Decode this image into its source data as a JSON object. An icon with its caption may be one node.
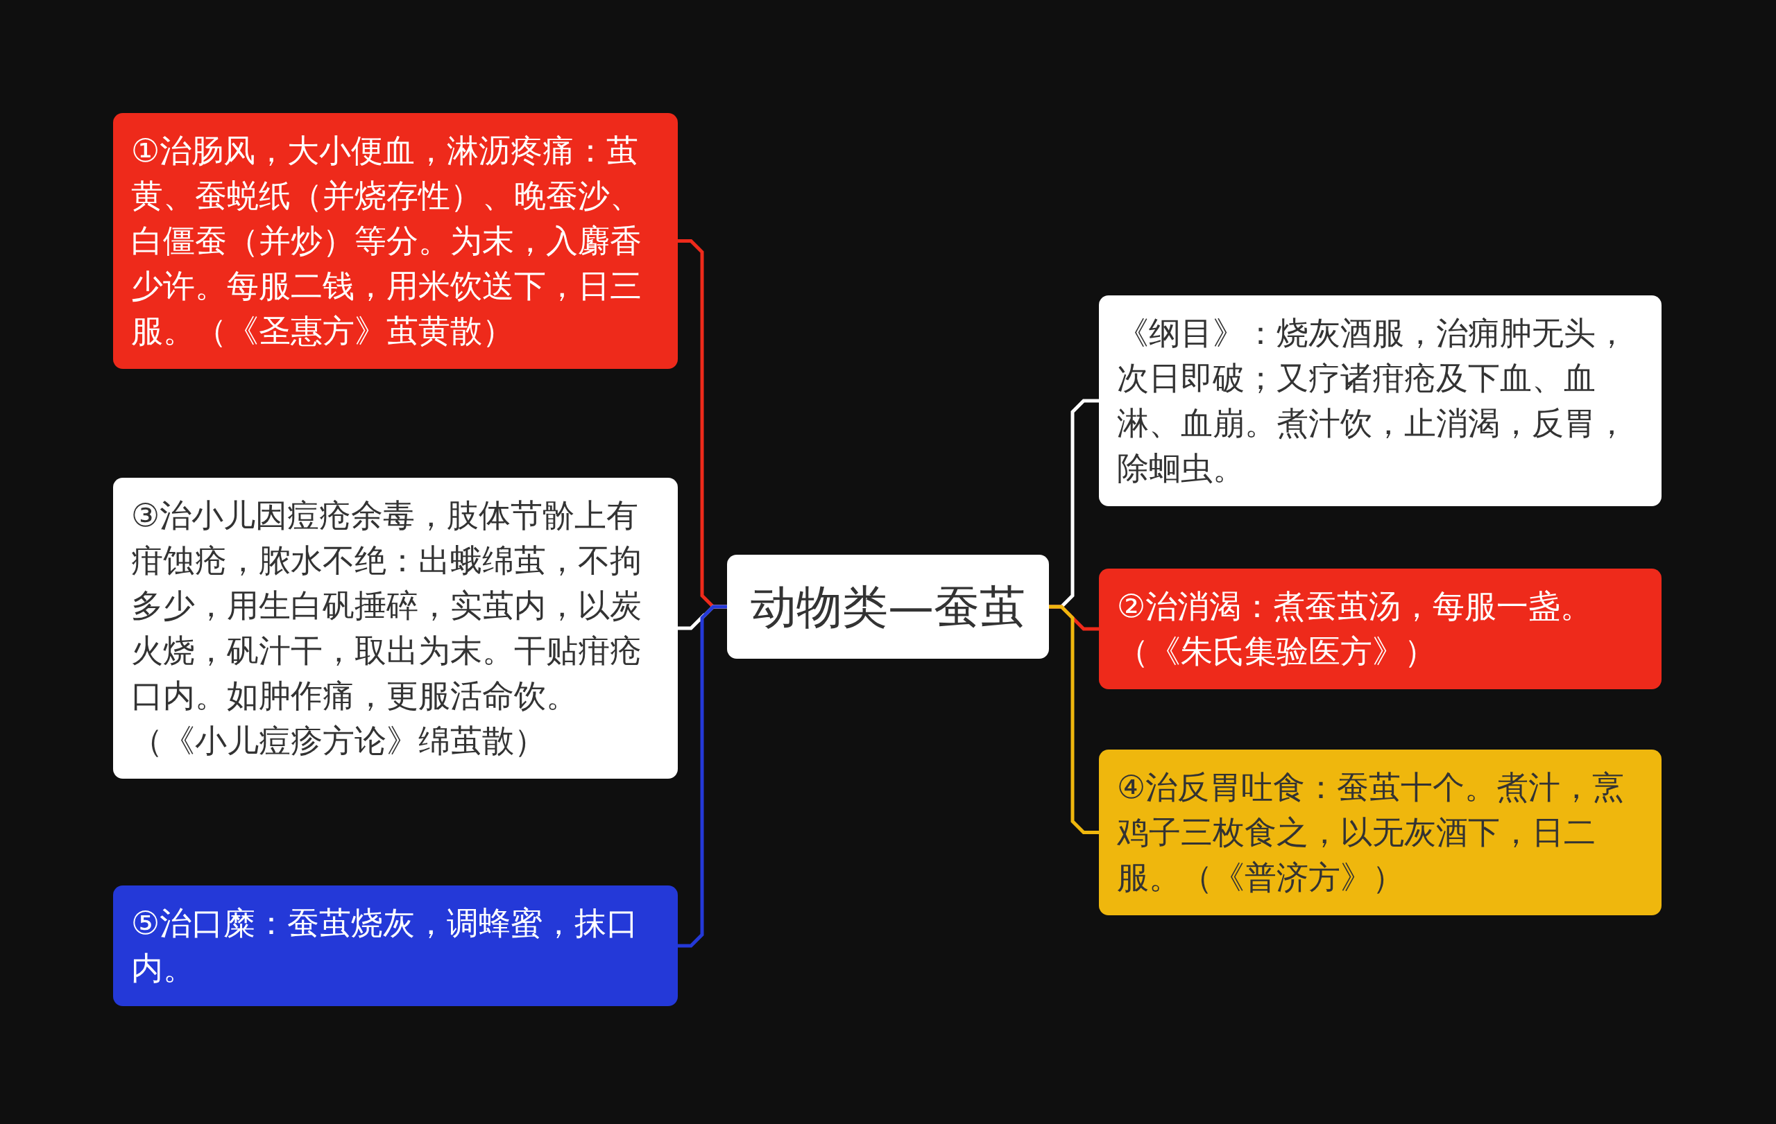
{
  "diagram": {
    "nodes": [
      {
        "text": [
          "动物类—蚕茧"
        ]
      },
      {
        "text": [
          "①治肠风，大小便血，淋沥疼痛：茧黄、蚕蜕纸（并烧存性）、晚蚕沙、白僵蚕（并炒）等分。为末，入麝香少许。每服二钱，用米饮送下，日三服。（《圣惠方》茧黄散）"
        ]
      },
      {
        "text": [
          "③治小儿因痘疮余毒，肢体节骱上有疳蚀疮，脓水不绝：出蛾绵茧，不拘多少，用生白矾捶碎，实茧内，以炭火烧，矾汁干，取出为末。干贴疳疮口内。如肿作痛，更服活命饮。（《小儿痘疹方论》绵茧散）"
        ]
      },
      {
        "text": [
          "⑤治口糜：蚕茧烧灰，调蜂蜜，抹口内。"
        ]
      },
      {
        "text": [
          "《纲目》：烧灰酒服，治痈肿无头，次日即破；又疗诸疳疮及下血、血淋、血崩。煮汁饮，止消渴，反胃，除蛔虫。"
        ]
      },
      {
        "text": [
          "②治消渴：煮蚕茧汤，每服一盏。（《朱氏集验医方》）"
        ]
      },
      {
        "text": [
          "④治反胃吐食：蚕茧十个。煮汁，烹鸡子三枚食之，以无灰酒下，日二服。（《普济方》）"
        ]
      }
    ],
    "edges": [
      {
        "from": 0,
        "to": 1,
        "arrow": "none",
        "color": "#ee2a1b"
      },
      {
        "from": 0,
        "to": 2,
        "arrow": "none",
        "color": "#ffffff"
      },
      {
        "from": 0,
        "to": 3,
        "arrow": "none",
        "color": "#2439d8"
      },
      {
        "from": 0,
        "to": 4,
        "arrow": "none",
        "color": "#ffffff"
      },
      {
        "from": 0,
        "to": 5,
        "arrow": "none",
        "color": "#ee2a1b"
      },
      {
        "from": 0,
        "to": 6,
        "arrow": "none",
        "color": "#efb70d"
      }
    ]
  }
}
